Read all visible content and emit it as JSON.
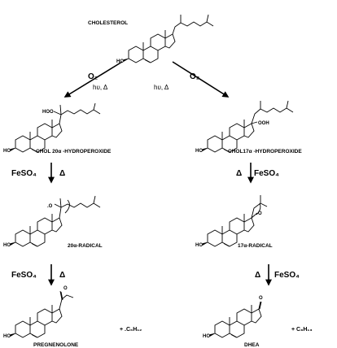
{
  "compounds": {
    "cholesterol": "CHOLESTEROL",
    "chol20": "CHOL 20α -HYDROPEROXIDE",
    "chol17": "CHOL17α -HYDROPEROXIDE",
    "rad20": "20α-RADICAL",
    "rad17": "17α-RADICAL",
    "pregnenolone": "PREGNENOLONE",
    "dhea": "DHEA"
  },
  "reagents": {
    "o2": "O₂",
    "hv": "hυ, Δ",
    "feso4": "FeSO₄",
    "delta": "Δ"
  },
  "byproducts": {
    "left": "+   .C₆H₁₂",
    "right": "+   C₈H₁₃"
  },
  "atoms": {
    "ho": "HO",
    "hoo": "HOO",
    "ooh": "OOH",
    "o": "O",
    "o_dot": ".O"
  }
}
